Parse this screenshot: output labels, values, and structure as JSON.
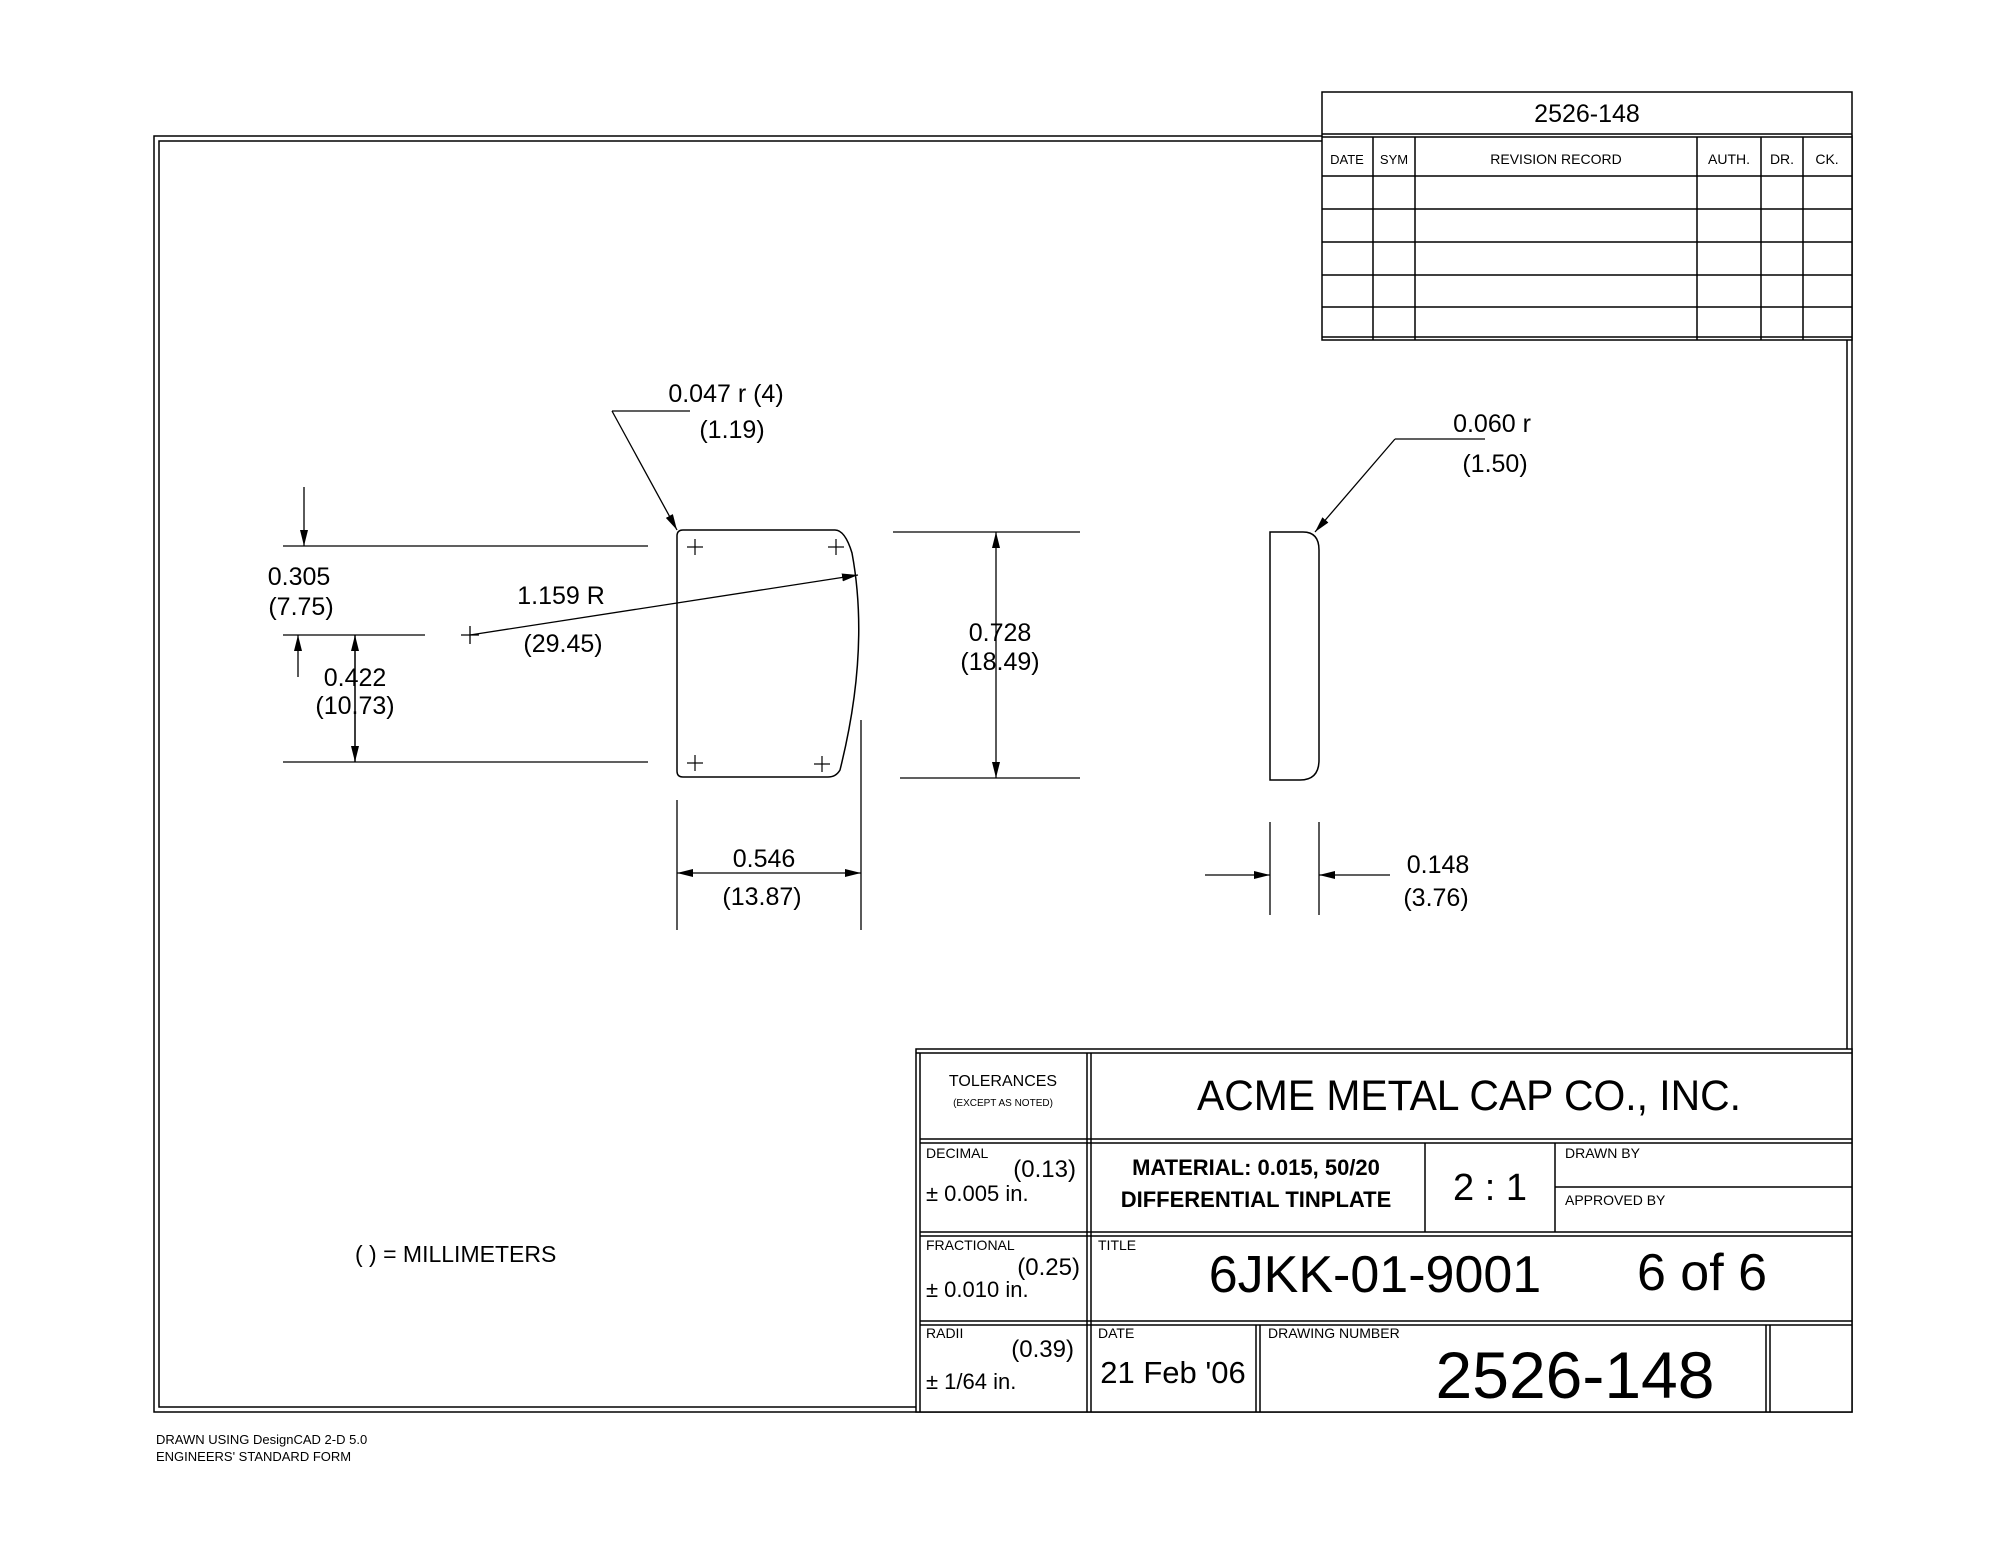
{
  "revision_block": {
    "drawing_number": "2526-148",
    "headers": [
      "DATE",
      "SYM",
      "REVISION RECORD",
      "AUTH.",
      "DR.",
      "CK."
    ],
    "rows": [
      [
        "",
        "",
        "",
        "",
        "",
        ""
      ],
      [
        "",
        "",
        "",
        "",
        "",
        ""
      ],
      [
        "",
        "",
        "",
        "",
        "",
        ""
      ],
      [
        "",
        "",
        "",
        "",
        "",
        ""
      ],
      [
        "",
        "",
        "",
        "",
        "",
        ""
      ]
    ]
  },
  "dimensions": {
    "corner_radius": "0.047 r (4)",
    "corner_radius_mm": "(1.19)",
    "edge_radius": "0.060 r",
    "edge_radius_mm": "(1.50)",
    "top_offset": "0.305",
    "top_offset_mm": "(7.75)",
    "arc_radius": "1.159 R",
    "arc_radius_mm": "(29.45)",
    "bottom_offset": "0.422",
    "bottom_offset_mm": "(10.73)",
    "height": "0.728",
    "height_mm": "(18.49)",
    "width": "0.546",
    "width_mm": "(13.87)",
    "thickness": "0.148",
    "thickness_mm": "(3.76)"
  },
  "legend_note": "( ) = MILLIMETERS",
  "title_block": {
    "tolerances_label": "TOLERANCES",
    "tolerances_note": "(EXCEPT AS NOTED)",
    "company": "ACME METAL CAP CO., INC.",
    "decimal_label": "DECIMAL",
    "decimal_mm": "(0.13)",
    "decimal_value": "± 0.005 in.",
    "fractional_label": "FRACTIONAL",
    "fractional_mm": "(0.25)",
    "fractional_value": "± 0.010 in.",
    "radii_label": "RADII",
    "radii_mm": "(0.39)",
    "radii_value": "± 1/64 in.",
    "material_line1": "MATERIAL:  0.015,  50/20",
    "material_line2": "DIFFERENTIAL TINPLATE",
    "scale": "2 : 1",
    "drawn_by_label": "DRAWN BY",
    "approved_by_label": "APPROVED BY",
    "title_label": "TITLE",
    "title_value": "6JKK-01-9001",
    "sheet": "6 of 6",
    "date_label": "DATE",
    "date_value": "21 Feb '06",
    "drawing_number_label": "DRAWING NUMBER",
    "drawing_number": "2526-148"
  },
  "footer": {
    "line1": "DRAWN USING DesignCAD 2-D 5.0",
    "line2": "ENGINEERS' STANDARD FORM"
  }
}
